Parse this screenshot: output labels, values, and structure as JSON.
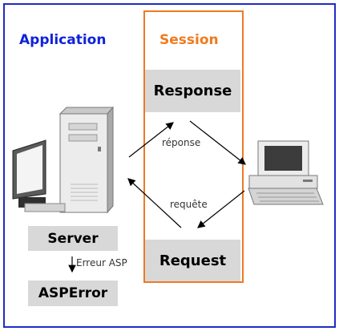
{
  "labels": {
    "application": "Application",
    "session": "Session",
    "response": "Response",
    "request": "Request",
    "server": "Server",
    "asperror": "ASPError",
    "reponse": "réponse",
    "requete": "requête",
    "erreur_asp": "Erreur ASP"
  },
  "colors": {
    "frame": "#1f2bc4",
    "application": "#0f23d8",
    "session": "#ef7a1e",
    "label_fill": "#d8d8d8"
  },
  "icons": {
    "server": "server-computer-icon",
    "client": "client-computer-icon"
  }
}
